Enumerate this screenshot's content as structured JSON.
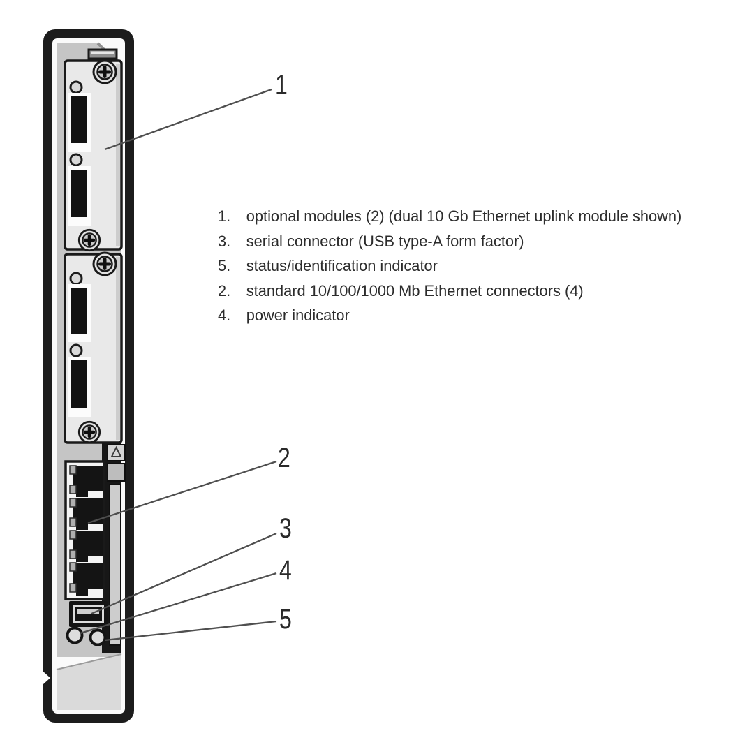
{
  "figure": {
    "type": "hardware-panel-diagram"
  },
  "callouts": [
    {
      "number": "1"
    },
    {
      "number": "2"
    },
    {
      "number": "3"
    },
    {
      "number": "4"
    },
    {
      "number": "5"
    }
  ],
  "legend": {
    "items": [
      {
        "number": "1.",
        "text": "optional modules (2) (dual 10 Gb Ethernet uplink module shown)"
      },
      {
        "number": "3.",
        "text": "serial connector (USB type-A form factor)"
      },
      {
        "number": "5.",
        "text": "status/identification indicator"
      },
      {
        "number": "2.",
        "text": "standard 10/100/1000 Mb Ethernet connectors (4)"
      },
      {
        "number": "4.",
        "text": "power indicator"
      }
    ]
  },
  "colors": {
    "background": "#ffffff",
    "outline": "#1c1c1c",
    "panel_gray": "#c5c5c5",
    "faceplate_gray": "#e9e9e9",
    "port_black": "#141414",
    "leader_line": "#4f4f4f",
    "text": "#2c2c2c"
  }
}
